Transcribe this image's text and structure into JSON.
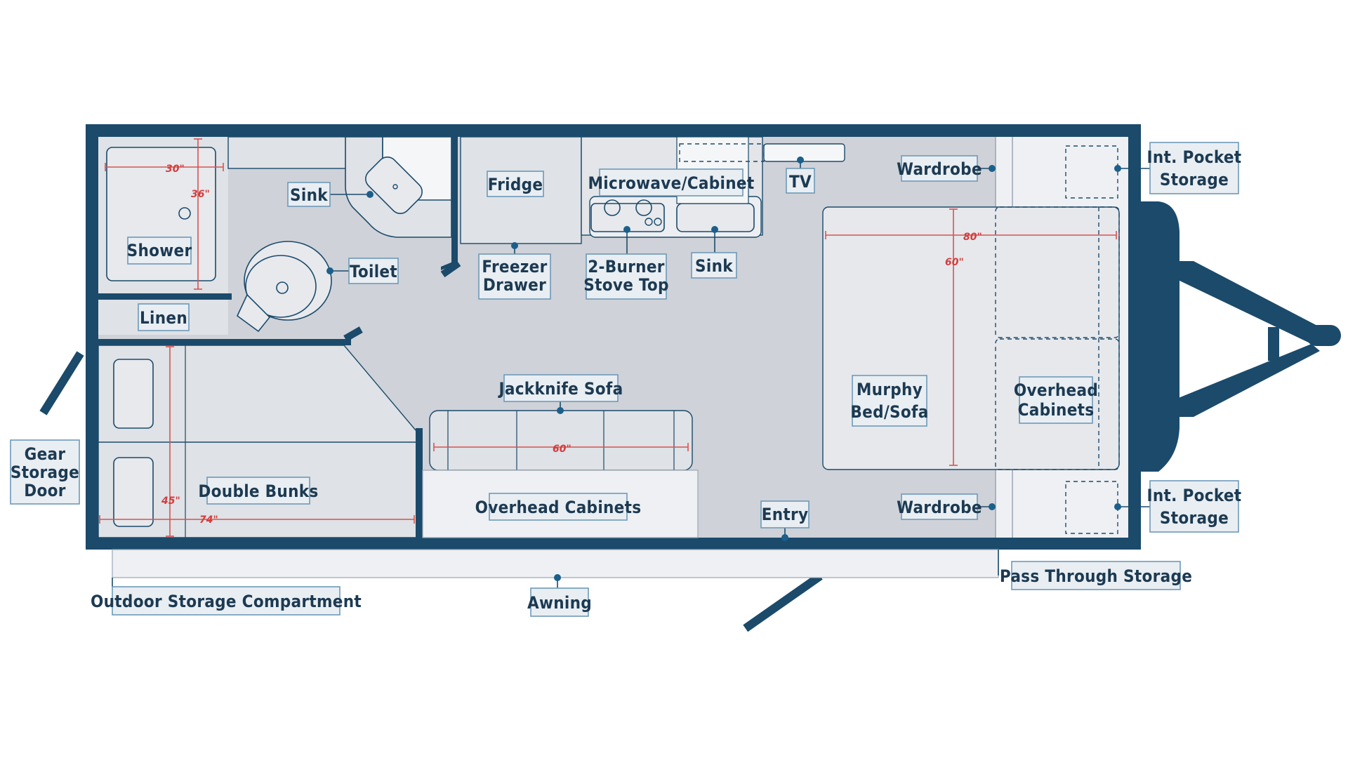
{
  "labels": {
    "shower": "Shower",
    "sink_bath": "Sink",
    "toilet": "Toilet",
    "linen": "Linen",
    "fridge": "Fridge",
    "microwave": "Microwave/Cabinet",
    "tv": "TV",
    "wardrobe_top": "Wardrobe",
    "wardrobe_bottom": "Wardrobe",
    "int_pocket_top_1": "Int. Pocket",
    "int_pocket_top_2": "Storage",
    "int_pocket_bottom_1": "Int. Pocket",
    "int_pocket_bottom_2": "Storage",
    "freezer_1": "Freezer",
    "freezer_2": "Drawer",
    "stove_1": "2-Burner",
    "stove_2": "Stove Top",
    "sink_kitchen": "Sink",
    "jackknife": "Jackknife Sofa",
    "murphy_1": "Murphy",
    "murphy_2": "Bed/Sofa",
    "overhead_right_1": "Overhead",
    "overhead_right_2": "Cabinets",
    "overhead_bottom": "Overhead Cabinets",
    "entry": "Entry",
    "double_bunks": "Double Bunks",
    "gear_1": "Gear",
    "gear_2": "Storage",
    "gear_3": "Door",
    "outdoor_storage": "Outdoor Storage Compartment",
    "awning": "Awning",
    "pass_through": "Pass Through Storage"
  },
  "dimensions": {
    "shower_width": "30\"",
    "shower_depth": "36\"",
    "bed_width": "80\"",
    "bed_length": "60\"",
    "sofa_width": "60\"",
    "bunk_height": "45\"",
    "bunk_length": "74\""
  },
  "colors": {
    "wall": "#1b4a6b",
    "floor": "#cfd2d8",
    "fixture": "#e7e9ed",
    "label_border": "#6e9ab8",
    "dimension": "#d9534f"
  }
}
